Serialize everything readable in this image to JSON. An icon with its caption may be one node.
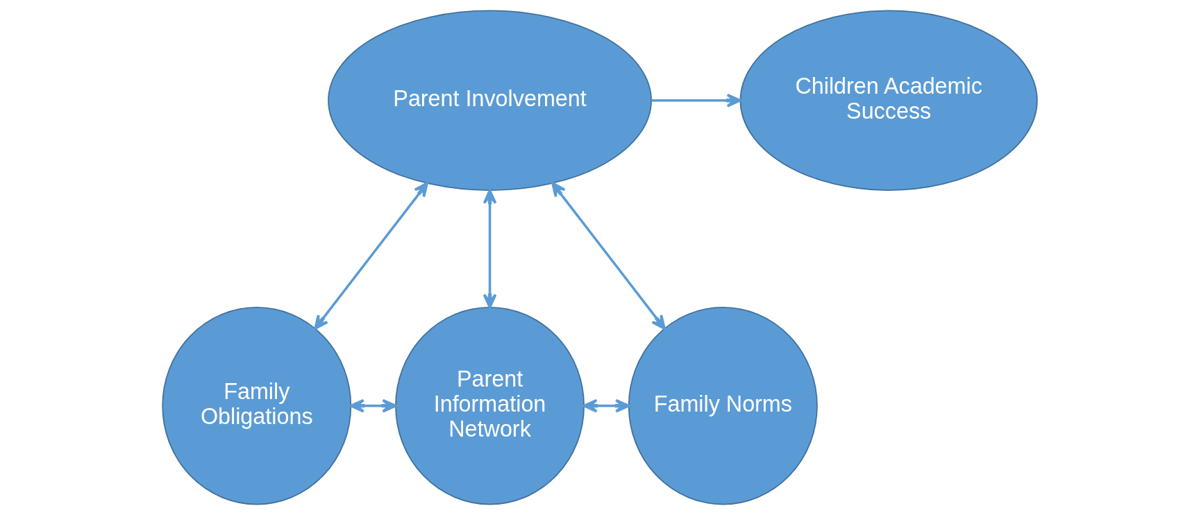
{
  "diagram": {
    "nodes": [
      {
        "text": [
          "Parent Involvement"
        ]
      },
      {
        "text": [
          "Children Academic Success"
        ]
      },
      {
        "text": [
          "Family Obligations"
        ]
      },
      {
        "text": [
          "Parent Information Network"
        ]
      },
      {
        "text": [
          "Family Norms"
        ]
      }
    ],
    "edges": [
      {
        "from": 0,
        "to": 1,
        "arrow": "to"
      },
      {
        "from": 0,
        "to": 2,
        "arrow": "both"
      },
      {
        "from": 0,
        "to": 3,
        "arrow": "both"
      },
      {
        "from": 0,
        "to": 4,
        "arrow": "both"
      },
      {
        "from": 2,
        "to": 3,
        "arrow": "both"
      },
      {
        "from": 3,
        "to": 4,
        "arrow": "both"
      }
    ]
  }
}
